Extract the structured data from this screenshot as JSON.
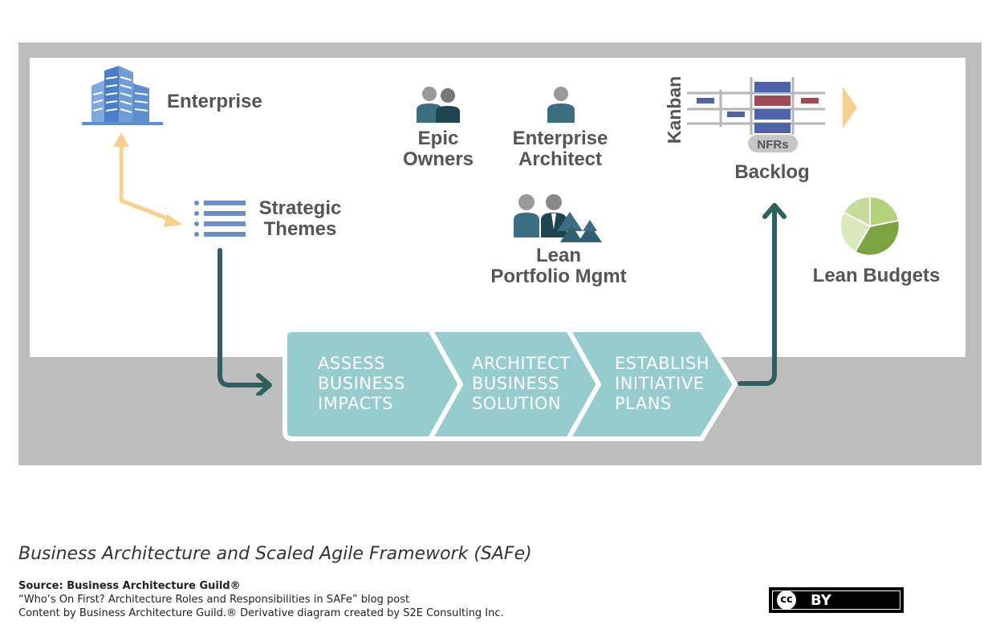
{
  "roles": {
    "enterprise": "Enterprise",
    "strategic_themes": [
      "Strategic",
      "Themes"
    ],
    "epic_owners": [
      "Epic",
      "Owners"
    ],
    "enterprise_architect": [
      "Enterprise",
      "Architect"
    ],
    "lean_portfolio": [
      "Lean",
      "Portfolio Mgmt"
    ],
    "lean_budgets": "Lean Budgets"
  },
  "kanban": {
    "side_label": "Kanban",
    "nfrs_label": "NFRs",
    "backlog_label": "Backlog"
  },
  "steps": [
    {
      "lines": [
        "ASSESS",
        "BUSINESS",
        "IMPACTS"
      ]
    },
    {
      "lines": [
        "ARCHITECT",
        "BUSINESS",
        "SOLUTION"
      ]
    },
    {
      "lines": [
        "ESTABLISH",
        "INITIATIVE",
        "PLANS"
      ]
    }
  ],
  "caption": "Business Architecture and Scaled Agile Framework (SAFe)",
  "source": {
    "line1": "Source: Business Architecture Guild®",
    "line2": "“Who’s On First? Architecture Roles and Responsibilities in SAFe” blog post",
    "line3": "Content by Business Architecture Guild.® Derivative diagram created by S2E Consulting Inc."
  },
  "license": {
    "cc": "cc",
    "by": "BY"
  },
  "colors": {
    "frame": "#bdbdbd",
    "step_fill": "#96ccce",
    "teal_arrow": "#2f5f5f",
    "orange_arrow": "#f9cf8d",
    "building_blue": "#5b8fd0",
    "list_blue": "#6a8fc6",
    "person_teal": "#3b6e80",
    "pie_dark": "#7ba33f",
    "pie_light": "#c5dc9d"
  }
}
